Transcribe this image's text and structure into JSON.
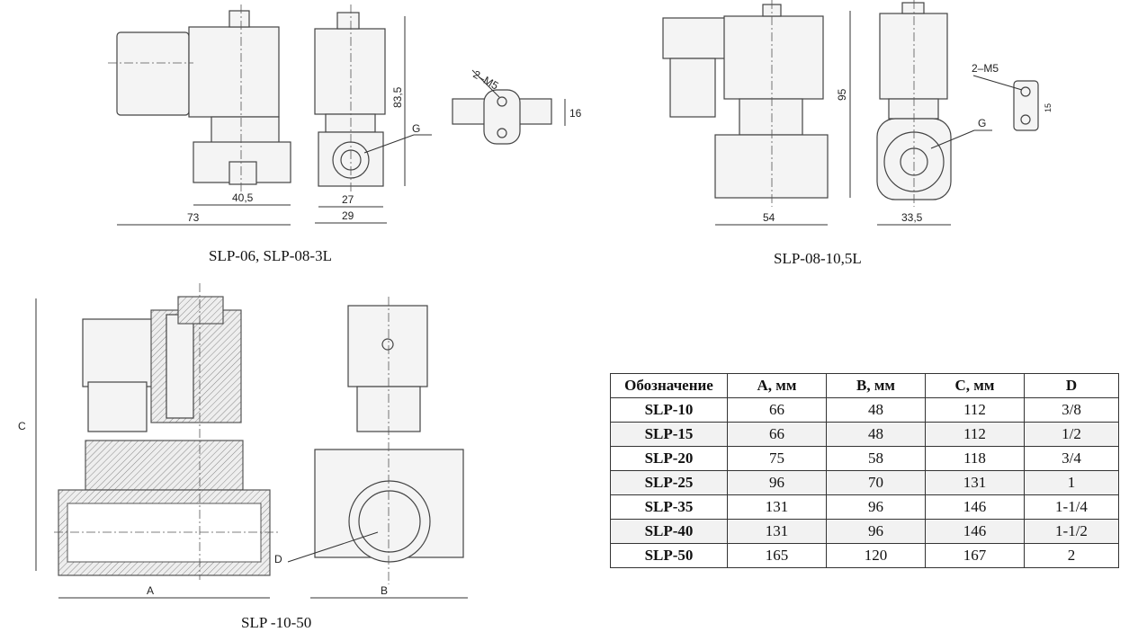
{
  "drawings": {
    "slp06": {
      "caption": "SLP-06, SLP-08-3L",
      "dims": {
        "a": "40,5",
        "b": "73",
        "c": "27",
        "d": "29",
        "e": "83,5",
        "f": "2–M5",
        "g": "16",
        "h": "G"
      }
    },
    "slp08": {
      "caption": "SLP-08-10,5L",
      "dims": {
        "a": "95",
        "b": "54",
        "c": "33,5",
        "d": "2–M5",
        "e": "15",
        "f": "G"
      }
    },
    "slp10_50": {
      "caption": "SLP -10-50",
      "dims": {
        "c": "C",
        "a": "A",
        "b": "B",
        "d": "D"
      }
    }
  },
  "table": {
    "headers": [
      "Обозначение",
      "A, мм",
      "B, мм",
      "C, мм",
      "D"
    ],
    "rows": [
      [
        "SLP-10",
        "66",
        "48",
        "112",
        "3/8"
      ],
      [
        "SLP-15",
        "66",
        "48",
        "112",
        "1/2"
      ],
      [
        "SLP-20",
        "75",
        "58",
        "118",
        "3/4"
      ],
      [
        "SLP-25",
        "96",
        "70",
        "131",
        "1"
      ],
      [
        "SLP-35",
        "131",
        "96",
        "146",
        "1-1/4"
      ],
      [
        "SLP-40",
        "131",
        "96",
        "146",
        "1-1/2"
      ],
      [
        "SLP-50",
        "165",
        "120",
        "167",
        "2"
      ]
    ]
  }
}
